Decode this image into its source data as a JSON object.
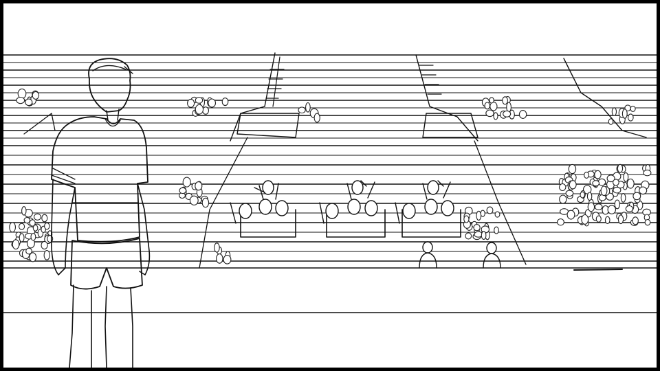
{
  "scene": {
    "kind": "storyboard-sketch",
    "subject": "player-facing-stadium-stands",
    "ink_color": "#111111",
    "paper_color": "#ffffff"
  },
  "icons": {
    "player": "standing-player-figure",
    "fans": "cheering-fans-figures",
    "stands": "stadium-bleachers"
  }
}
